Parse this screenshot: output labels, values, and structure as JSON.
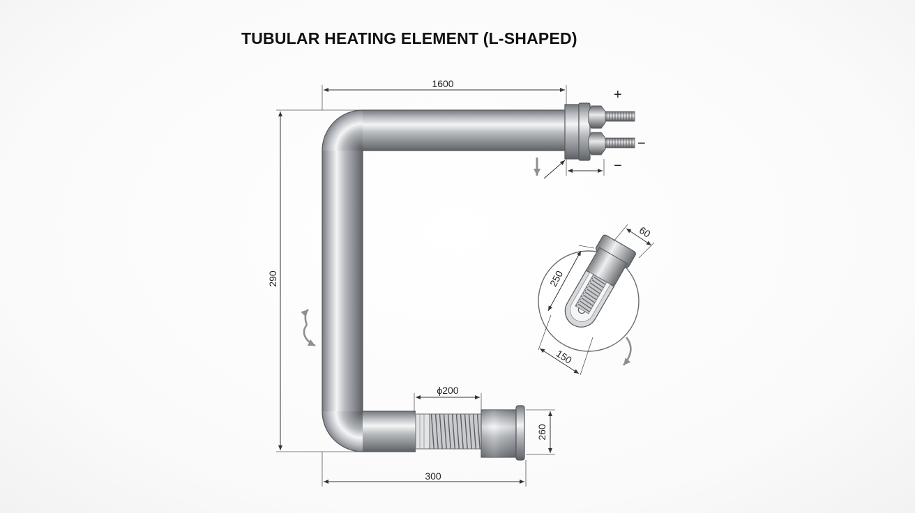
{
  "title": "TUBULAR HEATING ELEMENT (L-SHAPED)",
  "dimensions": {
    "top_length": "1600",
    "height": "290",
    "bottom_length": "300",
    "sheath_diameter": "ϕ200",
    "end_fitting": "260",
    "detail_width": "60",
    "detail_length": "250",
    "detail_base": "150"
  },
  "terminals": {
    "positive": "+",
    "negative": "−",
    "negative_lower": "−"
  },
  "icons": [
    "rotation-arrow-icon",
    "down-arrow-icon",
    "terminal-stud-icon",
    "coil-icon"
  ],
  "colors": {
    "tube": "#a9acb0",
    "tube_highlight": "#f2f3f4",
    "tube_shadow": "#6d7074",
    "line": "#333333"
  }
}
